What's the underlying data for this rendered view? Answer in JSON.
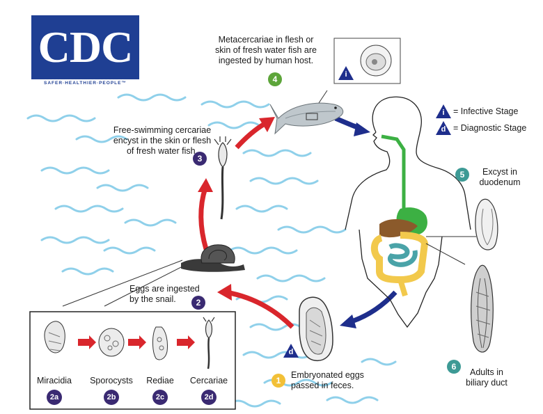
{
  "logo": {
    "text": "CDC",
    "tagline": "SAFER·HEALTHIER·PEOPLE™"
  },
  "legend": {
    "infective": {
      "symbol": "i",
      "text": "= Infective Stage"
    },
    "diagnostic": {
      "symbol": "d",
      "text": "= Diagnostic Stage"
    }
  },
  "stages": {
    "s1": {
      "number": "1",
      "line1": "Embryonated eggs",
      "line2": "passed in feces."
    },
    "s2": {
      "number": "2",
      "line1": "Eggs are ingested",
      "line2": "by the snail."
    },
    "s3": {
      "number": "3",
      "line1": "Free-swimming cercariae",
      "line2": "encyst in the skin or flesh",
      "line3": "of fresh water fish."
    },
    "s4": {
      "number": "4",
      "line1": "Metacercariae in flesh or",
      "line2": "skin of fresh water fish are",
      "line3": "ingested by human host."
    },
    "s5": {
      "number": "5",
      "line1": "Excyst in",
      "line2": "duodenum"
    },
    "s6": {
      "number": "6",
      "line1": "Adults in",
      "line2": "biliary duct"
    }
  },
  "snail_stages": [
    {
      "label": "Miracidia",
      "number": "2a"
    },
    {
      "label": "Sporocysts",
      "number": "2b"
    },
    {
      "label": "Rediae",
      "number": "2c"
    },
    {
      "label": "Cercariae",
      "number": "2d"
    }
  ],
  "markers": {
    "infective": "i",
    "diagnostic": "d"
  },
  "colors": {
    "red_arrow": "#d9262c",
    "blue_arrow": "#1e2e8c",
    "water": "#8fd0ea",
    "badge_purple": "#3a2a72",
    "badge_green": "#5da53a",
    "badge_teal": "#3d9a95",
    "badge_gold": "#f2c037",
    "logo_blue": "#1f3f93",
    "gut_green": "#3cb043",
    "colon_yellow": "#f2c94c",
    "intestine_teal": "#4aa3a8",
    "liver_brown": "#8b5a2b"
  }
}
